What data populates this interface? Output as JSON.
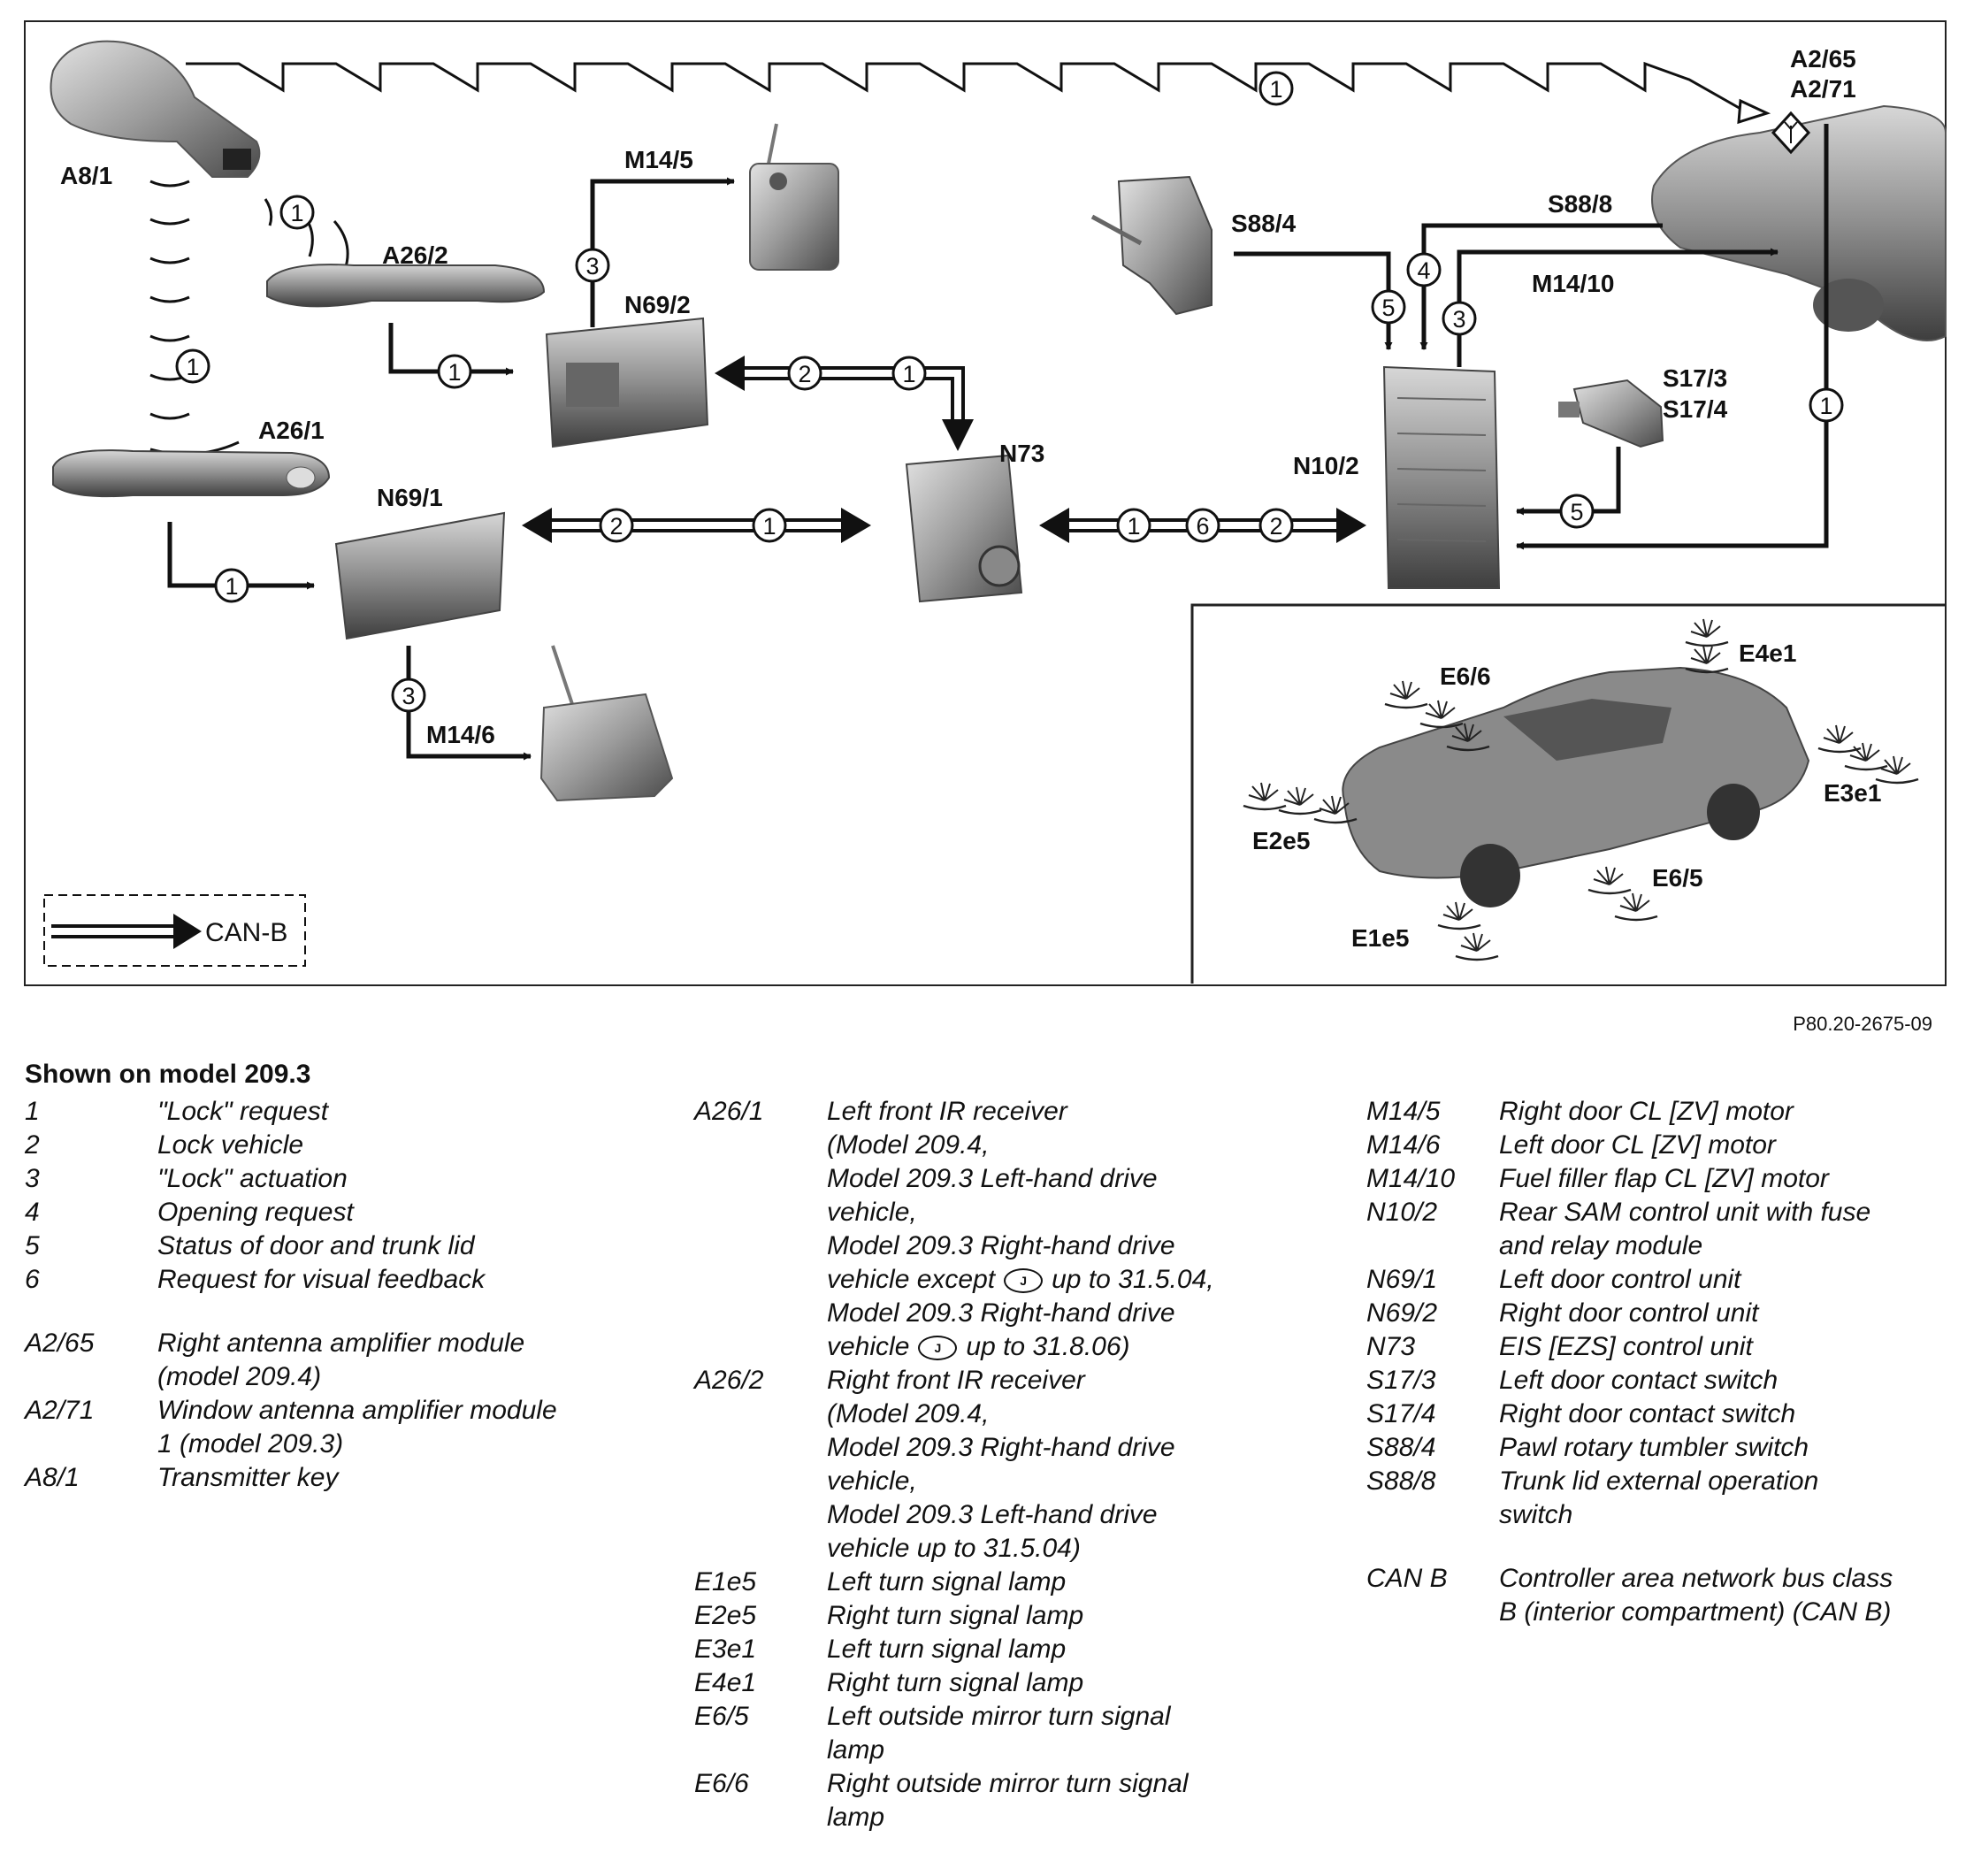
{
  "diagram": {
    "labels": {
      "a8_1": "A8/1",
      "a26_2": "A26/2",
      "a26_1": "A26/1",
      "m14_5": "M14/5",
      "n69_2": "N69/2",
      "n69_1": "N69/1",
      "m14_6": "M14/6",
      "n73": "N73",
      "s88_4": "S88/4",
      "s88_8": "S88/8",
      "m14_10": "M14/10",
      "a2_65": "A2/65",
      "a2_71": "A2/71",
      "n10_2": "N10/2",
      "s17_3": "S17/3",
      "s17_4": "S17/4",
      "e6_6": "E6/6",
      "e4e1": "E4e1",
      "e3e1": "E3e1",
      "e2e5": "E2e5",
      "e6_5": "E6/5",
      "e1e5": "E1e5"
    },
    "can_b_key": "CAN-B",
    "ref_code": "P80.20-2675-09",
    "n": {
      "one": "1",
      "two": "2",
      "three": "3",
      "four": "4",
      "five": "5",
      "six": "6"
    }
  },
  "legend": {
    "title": "Shown on model 209.3",
    "j_icon": "J",
    "col1": [
      {
        "code": "1",
        "desc": "\"Lock\" request"
      },
      {
        "code": "2",
        "desc": "Lock vehicle"
      },
      {
        "code": "3",
        "desc": "\"Lock\" actuation"
      },
      {
        "code": "4",
        "desc": "Opening request"
      },
      {
        "code": "5",
        "desc": "Status of door and trunk lid"
      },
      {
        "code": "6",
        "desc": "Request for visual feedback"
      },
      {
        "code": "A2/65",
        "desc": "Right antenna amplifier module\n(model 209.4)"
      },
      {
        "code": "A2/71",
        "desc": "Window antenna amplifier module\n1 (model 209.3)"
      },
      {
        "code": "A8/1",
        "desc": "Transmitter key"
      }
    ],
    "col2": {
      "a26_1_code": "A26/1",
      "a26_1_d1": "Left front IR receiver\n(Model 209.4,\nModel 209.3 Left-hand drive\nvehicle,\nModel 209.3 Right-hand drive",
      "a26_1_d2a": "vehicle except",
      "a26_1_d2b": "up to 31.5.04,",
      "a26_1_d3": "Model 209.3 Right-hand drive",
      "a26_1_d4a": "vehicle",
      "a26_1_d4b": "up to 31.8.06)",
      "a26_2_code": "A26/2",
      "a26_2_desc": "Right front IR receiver\n(Model 209.4,\nModel 209.3 Right-hand drive\nvehicle,\nModel 209.3 Left-hand drive\nvehicle up to 31.5.04)",
      "rows": [
        {
          "code": "E1e5",
          "desc": "Left turn signal lamp"
        },
        {
          "code": "E2e5",
          "desc": "Right turn signal lamp"
        },
        {
          "code": "E3e1",
          "desc": "Left turn signal lamp"
        },
        {
          "code": "E4e1",
          "desc": "Right turn signal lamp"
        },
        {
          "code": "E6/5",
          "desc": "Left outside mirror turn signal\nlamp"
        },
        {
          "code": "E6/6",
          "desc": "Right outside mirror turn signal\nlamp"
        }
      ]
    },
    "col3": [
      {
        "code": "M14/5",
        "desc": "Right door CL [ZV] motor"
      },
      {
        "code": "M14/6",
        "desc": "Left door CL [ZV] motor"
      },
      {
        "code": "M14/10",
        "desc": "Fuel filler flap CL [ZV] motor"
      },
      {
        "code": "N10/2",
        "desc": "Rear SAM control unit with fuse\nand relay module"
      },
      {
        "code": "N69/1",
        "desc": "Left door control unit"
      },
      {
        "code": "N69/2",
        "desc": "Right door control unit"
      },
      {
        "code": "N73",
        "desc": "EIS [EZS] control unit"
      },
      {
        "code": "S17/3",
        "desc": "Left door contact switch"
      },
      {
        "code": "S17/4",
        "desc": "Right door contact switch"
      },
      {
        "code": "S88/4",
        "desc": "Pawl rotary tumbler switch"
      },
      {
        "code": "S88/8",
        "desc": "Trunk lid external operation\nswitch"
      }
    ],
    "can": {
      "code": "CAN B",
      "desc": "Controller area network bus class\nB (interior compartment) (CAN B)"
    }
  }
}
